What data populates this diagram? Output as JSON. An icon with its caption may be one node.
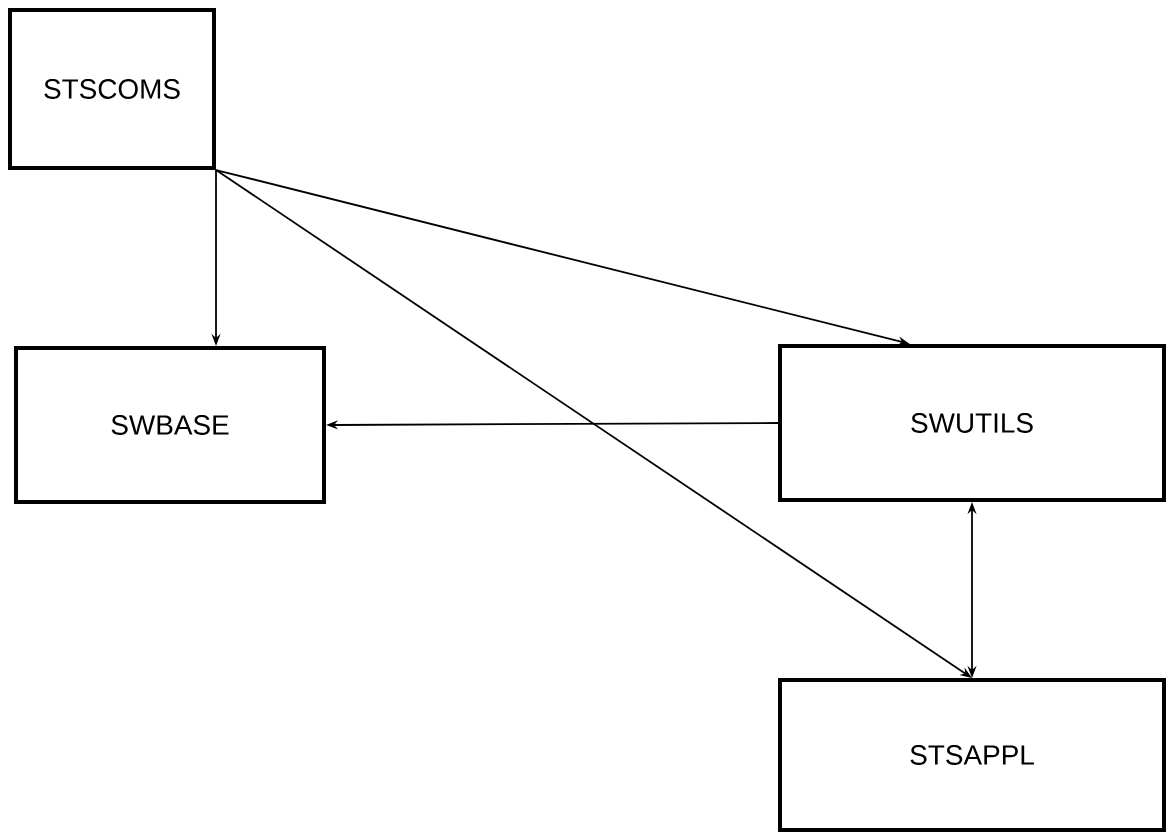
{
  "diagram": {
    "nodes": [
      {
        "text": [
          "STSCOMS"
        ]
      },
      {
        "text": [
          "SWBASE"
        ]
      },
      {
        "text": [
          "SWUTILS"
        ]
      },
      {
        "text": [
          "STSAPPL"
        ]
      }
    ],
    "edges": [
      {
        "from": 0,
        "to": 1,
        "arrow": "to"
      },
      {
        "from": 0,
        "to": 2,
        "arrow": "to"
      },
      {
        "from": 0,
        "to": 3,
        "arrow": "to"
      },
      {
        "from": 2,
        "to": 1,
        "arrow": "to"
      },
      {
        "from": 2,
        "to": 3,
        "arrow": "both"
      }
    ]
  }
}
